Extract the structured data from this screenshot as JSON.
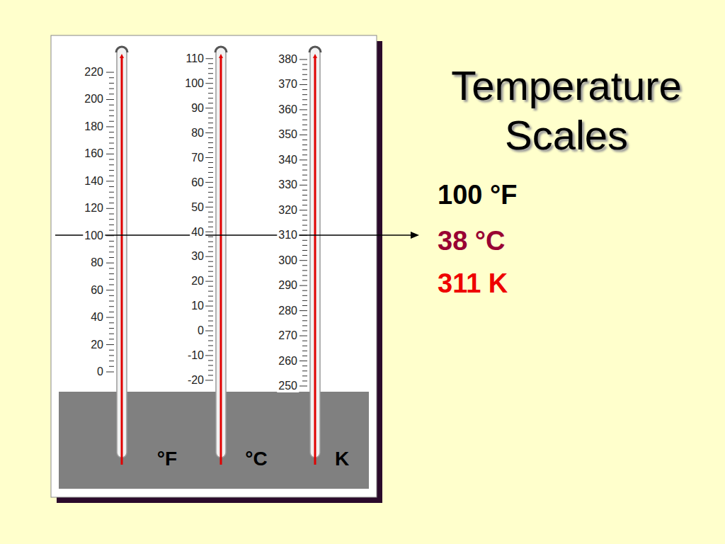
{
  "diagram": {
    "title": "Temperature Scales",
    "labels": [
      "220",
      "200",
      "180",
      "160",
      "140",
      "120",
      "100",
      "80",
      "60",
      "40",
      "20",
      "0",
      "110",
      "100",
      "90",
      "80",
      "70",
      "60",
      "50",
      "40",
      "30",
      "20",
      "10",
      "0",
      "-10",
      "-20",
      "380",
      "370",
      "360",
      "350",
      "340",
      "330",
      "320",
      "310",
      "300",
      "290",
      "280",
      "270",
      "260",
      "250",
      "°F",
      "°C",
      "K",
      "100 °F",
      "38 °C",
      "311 K"
    ]
  }
}
